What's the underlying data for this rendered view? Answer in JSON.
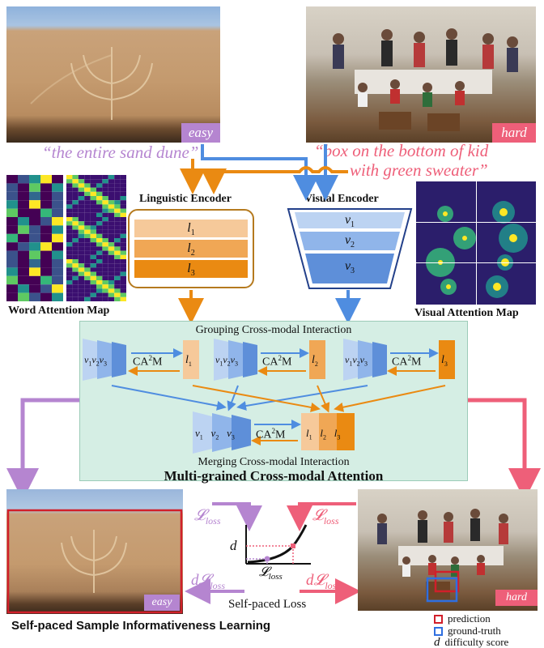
{
  "images": {
    "top_left_tag": "easy",
    "top_right_tag": "hard",
    "bottom_left_tag": "easy",
    "bottom_right_tag": "hard"
  },
  "expressions": {
    "easy": "“the entire sand dune”",
    "hard_line1": "“box on the bottom of kid",
    "hard_line2": "with green sweater”"
  },
  "encoders": {
    "linguistic_title": "Linguistic Encoder",
    "visual_title": "Visual Encoder",
    "linguistic_layers": [
      "l",
      "l",
      "l"
    ],
    "visual_layers": [
      "v",
      "v",
      "v"
    ],
    "layer_subs": [
      "1",
      "2",
      "3"
    ]
  },
  "attention_maps": {
    "word_caption": "Word Attention Map",
    "visual_caption": "Visual Attention Map"
  },
  "mca": {
    "grouping_title": "Grouping Cross-modal Interaction",
    "merging_title": "Merging Cross-modal Interaction",
    "main_title": "Multi-grained Cross-modal Attention",
    "module_label": "CA",
    "module_sup": "2",
    "module_suffix": "M"
  },
  "loss": {
    "loss_main": "𝓛",
    "loss_sub": "loss",
    "dloss_prefix": "d𝓛",
    "d_axis": "d",
    "caption": "Self-paced Loss"
  },
  "section_title": "Self-paced Sample Informativeness Learning",
  "legend": {
    "prediction": "prediction",
    "ground_truth": "ground-truth",
    "d_symbol": "d",
    "difficulty": "difficulty score"
  },
  "colors": {
    "orange": "#ea8a12",
    "blue": "#4f8de0",
    "purple": "#b585d0",
    "pink": "#ee5f79",
    "mca_bg": "#d5eee4",
    "encoder_border": "#b57a1e",
    "visual_border": "#23408a"
  }
}
